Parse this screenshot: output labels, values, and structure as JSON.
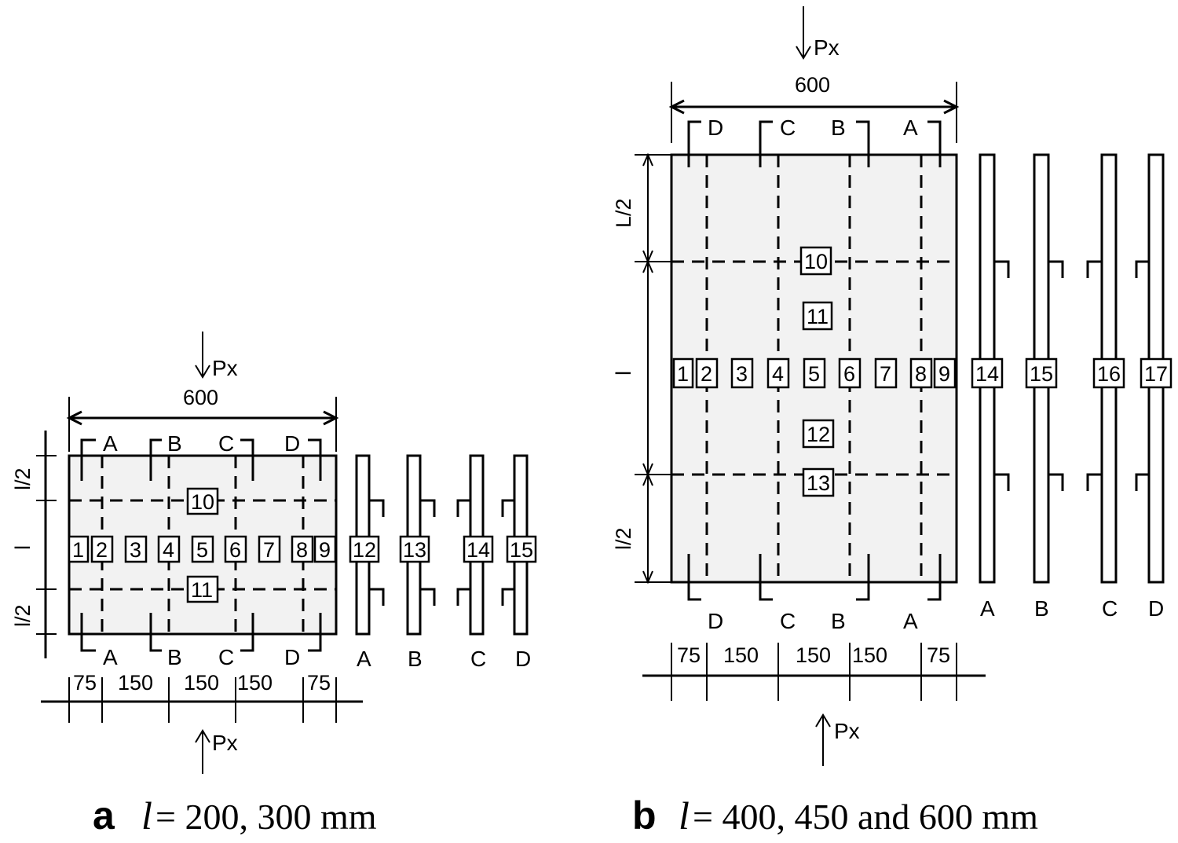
{
  "load_label": "Px",
  "width_label": "600",
  "panel_a": {
    "caption_letter": "a",
    "caption_l": "l",
    "caption_text": " = 200, 300 mm",
    "section_labels": [
      "A",
      "B",
      "C",
      "D"
    ],
    "vertical_dims": [
      "l/2",
      "l",
      "l/2"
    ],
    "horizontal_dims": [
      "75",
      "150",
      "150",
      "150",
      "75"
    ],
    "gauges_plate": [
      "1",
      "2",
      "3",
      "4",
      "5",
      "6",
      "7",
      "8",
      "9",
      "10",
      "11"
    ],
    "gauges_strips": [
      "12",
      "13",
      "14",
      "15"
    ],
    "strip_labels": [
      "A",
      "B",
      "C",
      "D"
    ]
  },
  "panel_b": {
    "caption_letter": "b",
    "caption_l": "l",
    "caption_text": " = 400, 450 and 600 mm",
    "section_labels_top": [
      "D",
      "C",
      "B",
      "A"
    ],
    "section_labels_bottom": [
      "D",
      "C",
      "B",
      "A"
    ],
    "vertical_dims": [
      "L/2",
      "l",
      "l/2"
    ],
    "horizontal_dims": [
      "75",
      "150",
      "150",
      "150",
      "75"
    ],
    "gauges_plate": [
      "1",
      "2",
      "3",
      "4",
      "5",
      "6",
      "7",
      "8",
      "9",
      "10",
      "11",
      "12",
      "13"
    ],
    "gauges_strips": [
      "14",
      "15",
      "16",
      "17"
    ],
    "strip_labels": [
      "A",
      "B",
      "C",
      "D"
    ]
  }
}
